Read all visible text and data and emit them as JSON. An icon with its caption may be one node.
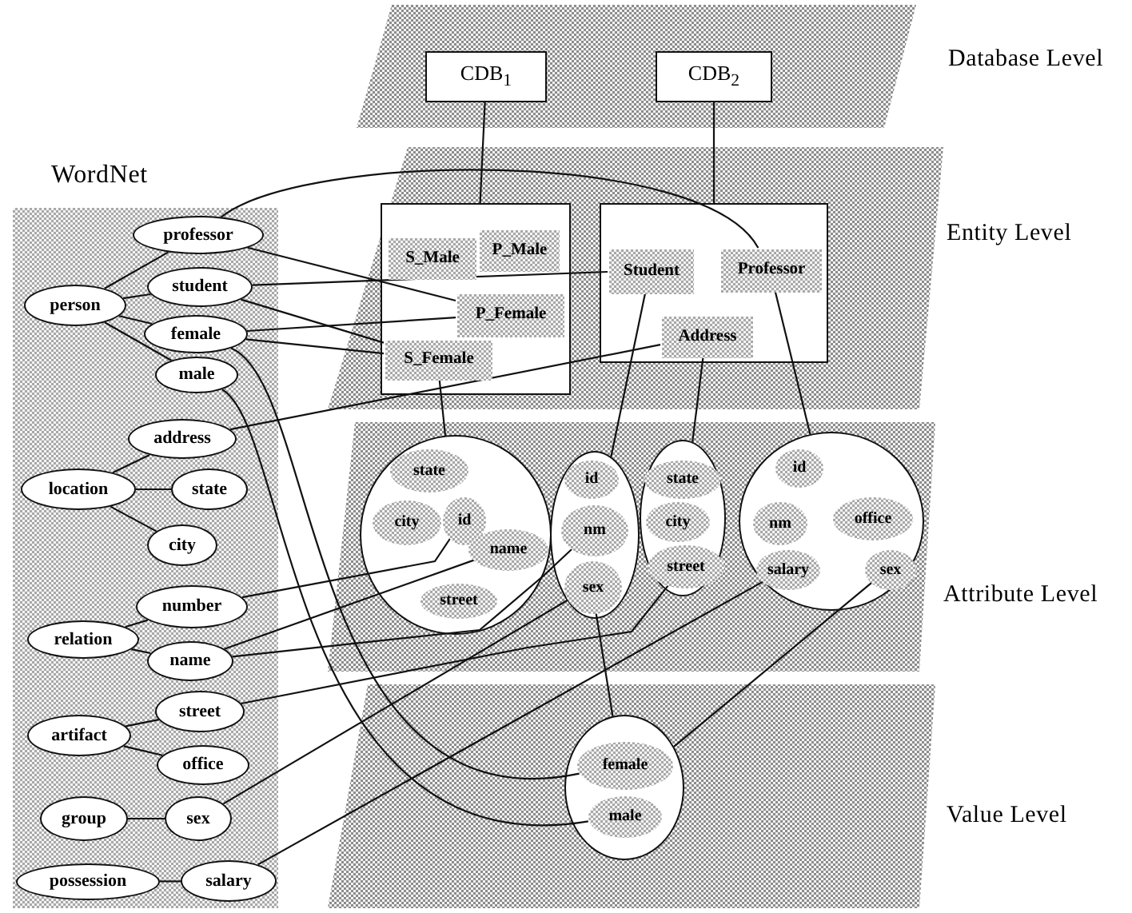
{
  "diagram": {
    "nodes": [
      {
        "text": [
          "Database Level"
        ]
      },
      {
        "text": [
          "CDB$_{1}$"
        ],
        "in": 0
      },
      {
        "text": [
          "CDB$_{2}$"
        ],
        "in": 0
      },
      {
        "text": [
          "WordNet"
        ]
      },
      {
        "text": [
          "professor"
        ],
        "in": 3
      },
      {
        "text": [
          "person"
        ],
        "in": 3
      },
      {
        "text": [
          "student"
        ],
        "in": 3
      },
      {
        "text": [
          "female"
        ],
        "in": 3
      },
      {
        "text": [
          "male"
        ],
        "in": 3
      },
      {
        "text": [
          "address"
        ],
        "in": 3
      },
      {
        "text": [
          "location"
        ],
        "in": 3
      },
      {
        "text": [
          "state"
        ],
        "in": 3
      },
      {
        "text": [
          "city"
        ],
        "in": 3
      },
      {
        "text": [
          "number"
        ],
        "in": 3
      },
      {
        "text": [
          "relation"
        ],
        "in": 3
      },
      {
        "text": [
          "name"
        ],
        "in": 3
      },
      {
        "text": [
          "street"
        ],
        "in": 3
      },
      {
        "text": [
          "artifact"
        ],
        "in": 3
      },
      {
        "text": [
          "office"
        ],
        "in": 3
      },
      {
        "text": [
          "group"
        ],
        "in": 3
      },
      {
        "text": [
          "sex"
        ],
        "in": 3
      },
      {
        "text": [
          "possession"
        ],
        "in": 3
      },
      {
        "text": [
          "salary"
        ],
        "in": 3
      },
      {
        "text": [
          "Entity Level"
        ]
      },
      {
        "text": [],
        "shape": "box",
        "in": 23
      },
      {
        "text": [
          "S_Male"
        ],
        "in": 24
      },
      {
        "text": [
          "P_Male"
        ],
        "in": 24
      },
      {
        "text": [
          "P_Female"
        ],
        "in": 24
      },
      {
        "text": [
          "S_Female"
        ],
        "in": 24
      },
      {
        "text": [],
        "shape": "box",
        "in": 23
      },
      {
        "text": [
          "Student"
        ],
        "in": 29
      },
      {
        "text": [
          "Professor"
        ],
        "in": 29
      },
      {
        "text": [
          "Address"
        ],
        "in": 29
      },
      {
        "text": [
          "Attribute Level"
        ]
      },
      {
        "text": [],
        "shape": "ellipse",
        "in": 33
      },
      {
        "text": [
          "state"
        ],
        "in": 34
      },
      {
        "text": [
          "city"
        ],
        "in": 34
      },
      {
        "text": [
          "id"
        ],
        "in": 34
      },
      {
        "text": [
          "name"
        ],
        "in": 34
      },
      {
        "text": [
          "street"
        ],
        "in": 34
      },
      {
        "text": [],
        "shape": "ellipse",
        "in": 33
      },
      {
        "text": [
          "id"
        ],
        "in": 40
      },
      {
        "text": [
          "nm"
        ],
        "in": 40
      },
      {
        "text": [
          "sex"
        ],
        "in": 40
      },
      {
        "text": [],
        "shape": "ellipse",
        "in": 33
      },
      {
        "text": [
          "state"
        ],
        "in": 44
      },
      {
        "text": [
          "city"
        ],
        "in": 44
      },
      {
        "text": [
          "street"
        ],
        "in": 44
      },
      {
        "text": [],
        "shape": "ellipse",
        "in": 33
      },
      {
        "text": [
          "id"
        ],
        "in": 48
      },
      {
        "text": [
          "nm"
        ],
        "in": 48
      },
      {
        "text": [
          "office"
        ],
        "in": 48
      },
      {
        "text": [
          "salary"
        ],
        "in": 48
      },
      {
        "text": [
          "sex"
        ],
        "in": 48
      },
      {
        "text": [
          "Value Level"
        ]
      },
      {
        "text": [],
        "shape": "ellipse",
        "in": 54
      },
      {
        "text": [
          "female"
        ],
        "in": 55
      },
      {
        "text": [
          "male"
        ],
        "in": 55
      }
    ],
    "edges": [
      {
        "from": 1,
        "to": 24,
        "arrow": "none"
      },
      {
        "from": 2,
        "to": 29,
        "arrow": "none"
      },
      {
        "from": 5,
        "to": 4,
        "arrow": "none"
      },
      {
        "from": 5,
        "to": 6,
        "arrow": "none"
      },
      {
        "from": 5,
        "to": 7,
        "arrow": "none"
      },
      {
        "from": 5,
        "to": 8,
        "arrow": "none"
      },
      {
        "from": 10,
        "to": 9,
        "arrow": "none"
      },
      {
        "from": 10,
        "to": 11,
        "arrow": "none"
      },
      {
        "from": 10,
        "to": 12,
        "arrow": "none"
      },
      {
        "from": 14,
        "to": 13,
        "arrow": "none"
      },
      {
        "from": 14,
        "to": 15,
        "arrow": "none"
      },
      {
        "from": 17,
        "to": 16,
        "arrow": "none"
      },
      {
        "from": 17,
        "to": 18,
        "arrow": "none"
      },
      {
        "from": 19,
        "to": 20,
        "arrow": "none"
      },
      {
        "from": 21,
        "to": 22,
        "arrow": "none"
      },
      {
        "from": 4,
        "to": 31,
        "arrow": "none"
      },
      {
        "from": 4,
        "to": 27,
        "arrow": "none"
      },
      {
        "from": 6,
        "to": 30,
        "arrow": "none"
      },
      {
        "from": 6,
        "to": 28,
        "arrow": "none"
      },
      {
        "from": 7,
        "to": 27,
        "arrow": "none"
      },
      {
        "from": 7,
        "to": 28,
        "arrow": "none"
      },
      {
        "from": 7,
        "to": 56,
        "arrow": "none"
      },
      {
        "from": 8,
        "to": 57,
        "arrow": "none"
      },
      {
        "from": 9,
        "to": 32,
        "arrow": "none"
      },
      {
        "from": 13,
        "to": 37,
        "arrow": "none"
      },
      {
        "from": 15,
        "to": 38,
        "arrow": "none"
      },
      {
        "from": 15,
        "to": 42,
        "arrow": "none"
      },
      {
        "from": 16,
        "to": 47,
        "arrow": "none"
      },
      {
        "from": 20,
        "to": 43,
        "arrow": "none"
      },
      {
        "from": 22,
        "to": 52,
        "arrow": "none"
      },
      {
        "from": 28,
        "to": 34,
        "arrow": "none"
      },
      {
        "from": 30,
        "to": 40,
        "arrow": "none"
      },
      {
        "from": 32,
        "to": 44,
        "arrow": "none"
      },
      {
        "from": 31,
        "to": 48,
        "arrow": "none"
      },
      {
        "from": 55,
        "to": 43,
        "arrow": "none"
      },
      {
        "from": 55,
        "to": 53,
        "arrow": "none"
      }
    ]
  }
}
